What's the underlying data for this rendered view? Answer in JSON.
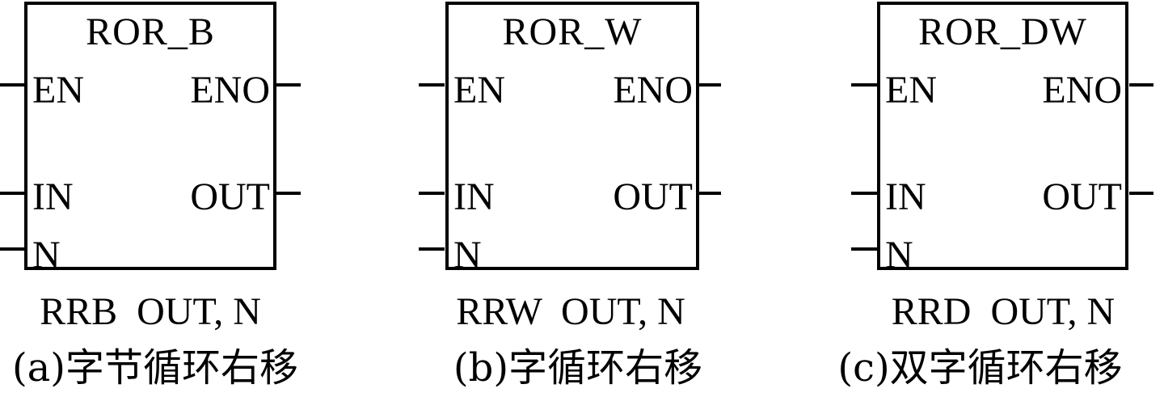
{
  "blocks": [
    {
      "title": "ROR_B",
      "pins": {
        "en": "EN",
        "in": "IN",
        "n": "N",
        "eno": "ENO",
        "out": "OUT"
      },
      "instruction": "RRB  OUT, N",
      "caption": "(a)字节循环右移"
    },
    {
      "title": "ROR_W",
      "pins": {
        "en": "EN",
        "in": "IN",
        "n": "N",
        "eno": "ENO",
        "out": "OUT"
      },
      "instruction": "RRW  OUT, N",
      "caption": "(b)字循环右移"
    },
    {
      "title": "ROR_DW",
      "pins": {
        "en": "EN",
        "in": "IN",
        "n": "N",
        "eno": "ENO",
        "out": "OUT"
      },
      "instruction": "RRD  OUT, N",
      "caption": "(c)双字循环右移"
    }
  ]
}
